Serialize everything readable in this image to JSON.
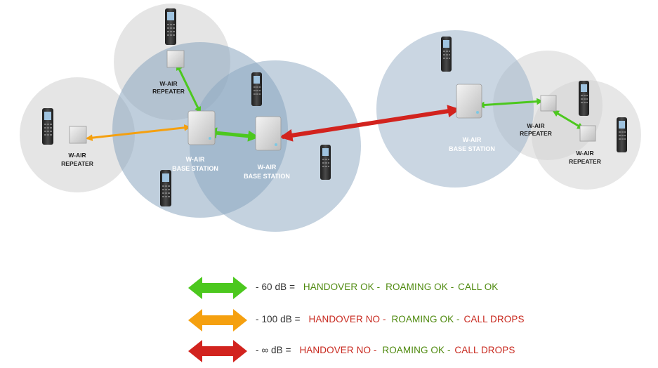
{
  "nodes": {
    "repeater_top": {
      "line1": "W-AIR",
      "line2": "REPEATER"
    },
    "repeater_left": {
      "line1": "W-AIR",
      "line2": "REPEATER"
    },
    "base_station_1": {
      "line1": "W-AIR",
      "line2": "BASE STATION"
    },
    "base_station_2": {
      "line1": "W-AIR",
      "line2": "BASE STATION"
    },
    "base_station_3": {
      "line1": "W-AIR",
      "line2": "BASE STATION"
    },
    "repeater_right_1": {
      "line1": "W-AIR",
      "line2": "REPEATER"
    },
    "repeater_right_2": {
      "line1": "W-AIR",
      "line2": "REPEATER"
    }
  },
  "legend": [
    {
      "db": "- 60 dB =",
      "handover": "HANDOVER OK -",
      "roaming": "ROAMING OK -",
      "call": "CALL OK",
      "color": "#4cc81e"
    },
    {
      "db": "- 100 dB =",
      "handover": "HANDOVER NO -",
      "roaming": "ROAMING OK -",
      "call": "CALL DROPS",
      "color": "#f5a00f"
    },
    {
      "db": "- ∞ dB =",
      "handover": "HANDOVER NO -",
      "roaming": "ROAMING OK -",
      "call": "CALL DROPS",
      "color": "#d2231e"
    }
  ],
  "colors": {
    "green_link": "#4cc81e",
    "orange_link": "#f5a00f",
    "red_link": "#d2231e",
    "ok_text": "#4f8a0f",
    "bad_text": "#c8281e"
  }
}
